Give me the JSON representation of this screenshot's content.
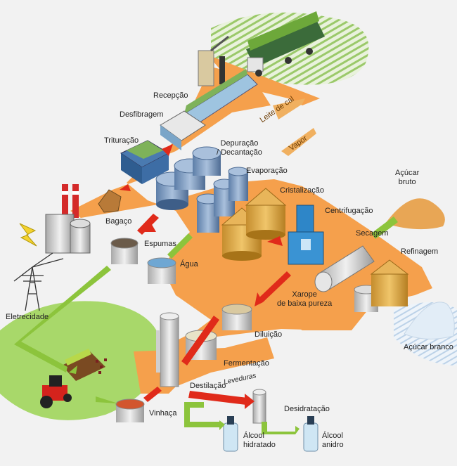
{
  "labels": {
    "recepcao": "Recepção",
    "desfibragem": "Desfibragem",
    "trituracao": "Trituração",
    "depuracao_1": "Depuração",
    "depuracao_2": "/ Decantação",
    "evaporacao": "Evaporação",
    "cristalizacao": "Cristalização",
    "centrifugacao": "Centrifugação",
    "acucar_bruto_1": "Açúcar",
    "acucar_bruto_2": "bruto",
    "secagem": "Secagem",
    "refinagem": "Refinagem",
    "bagaco": "Bagaço",
    "espumas": "Espumas",
    "agua": "Água",
    "xarope_1": "Xarope",
    "xarope_2": "de baixa pureza",
    "acucar_branco": "Açúcar branco",
    "eletrecidade": "Eletrecidade",
    "diluicao": "Diluição",
    "fermentacao": "Fermentação",
    "leveduras": "Leveduras",
    "destilacao": "Destilação",
    "vinhaca": "Vinhaça",
    "desidratacao": "Desidratação",
    "alcool_hidratado_1": "Álcool",
    "alcool_hidratado_2": "hidratado",
    "alcool_anidro_1": "Álcool",
    "alcool_anidro_2": "anidro"
  },
  "flow_inputs": {
    "leite_de_cal": "Leite de cal",
    "vapor": "Vapor"
  },
  "colors": {
    "main_flow": "#f5a04c",
    "waste_arrow": "#e02a1a",
    "green_arrow": "#8cc43c",
    "field": "#a8d86a",
    "steel": "#8aa4c4",
    "silo": "#d9a64a"
  }
}
